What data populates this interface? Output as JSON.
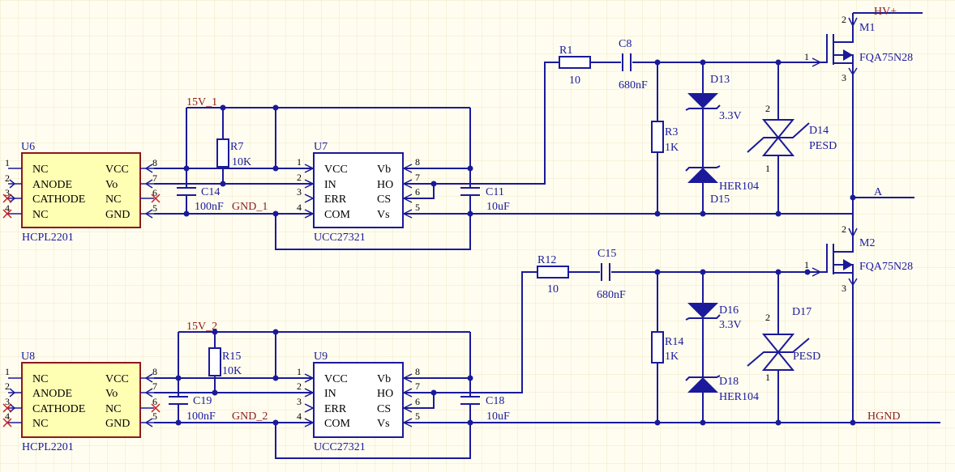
{
  "colors": {
    "background": "#fffdf0",
    "grid": "#ece6c8",
    "wire": "#1a1a9a",
    "net_label": "#8b1a1a",
    "ic_fill": "#ffffb4",
    "no_connect": "#c81e1e"
  },
  "nets": {
    "hv_plus": "HV+",
    "a": "A",
    "hgnd": "HGND",
    "v15_1": "15V_1",
    "gnd_1": "GND_1",
    "v15_2": "15V_2",
    "gnd_2": "GND_2"
  },
  "optocouplers": [
    {
      "ref": "U6",
      "part": "HCPL2201",
      "left_pins": [
        "NC",
        "ANODE",
        "CATHODE",
        "NC"
      ],
      "right_pins": [
        "VCC",
        "Vo",
        "NC",
        "GND"
      ],
      "left_nums": [
        "1",
        "2",
        "3",
        "4"
      ],
      "right_nums": [
        "8",
        "7",
        "6",
        "5"
      ]
    },
    {
      "ref": "U8",
      "part": "HCPL2201",
      "left_pins": [
        "NC",
        "ANODE",
        "CATHODE",
        "NC"
      ],
      "right_pins": [
        "VCC",
        "Vo",
        "NC",
        "GND"
      ],
      "left_nums": [
        "1",
        "2",
        "3",
        "4"
      ],
      "right_nums": [
        "8",
        "7",
        "6",
        "5"
      ]
    }
  ],
  "drivers": [
    {
      "ref": "U7",
      "part": "UCC27321",
      "left_pins": [
        "VCC",
        "IN",
        "ERR",
        "COM"
      ],
      "right_pins": [
        "Vb",
        "HO",
        "CS",
        "Vs"
      ],
      "left_nums": [
        "1",
        "2",
        "3",
        "4"
      ],
      "right_nums": [
        "8",
        "7",
        "6",
        "5"
      ]
    },
    {
      "ref": "U9",
      "part": "UCC27321",
      "left_pins": [
        "VCC",
        "IN",
        "ERR",
        "COM"
      ],
      "right_pins": [
        "Vb",
        "HO",
        "CS",
        "Vs"
      ],
      "left_nums": [
        "1",
        "2",
        "3",
        "4"
      ],
      "right_nums": [
        "8",
        "7",
        "6",
        "5"
      ]
    }
  ],
  "resistors": [
    {
      "ref": "R7",
      "value": "10K"
    },
    {
      "ref": "R1",
      "value": "10"
    },
    {
      "ref": "R3",
      "value": "1K"
    },
    {
      "ref": "R15",
      "value": "10K"
    },
    {
      "ref": "R12",
      "value": "10"
    },
    {
      "ref": "R14",
      "value": "1K"
    }
  ],
  "capacitors": [
    {
      "ref": "C14",
      "value": "100nF"
    },
    {
      "ref": "C11",
      "value": "10uF"
    },
    {
      "ref": "C8",
      "value": "680nF"
    },
    {
      "ref": "C19",
      "value": "100nF"
    },
    {
      "ref": "C18",
      "value": "10uF"
    },
    {
      "ref": "C15",
      "value": "680nF"
    }
  ],
  "diodes": [
    {
      "ref": "D13",
      "value": "3.3V"
    },
    {
      "ref": "D15",
      "value": "HER104"
    },
    {
      "ref": "D14",
      "value": "PESD"
    },
    {
      "ref": "D16",
      "value": "3.3V"
    },
    {
      "ref": "D18",
      "value": "HER104"
    },
    {
      "ref": "D17",
      "value": "PESD"
    }
  ],
  "mosfets": [
    {
      "ref": "M1",
      "part": "FQA75N28",
      "pins": [
        "1",
        "2",
        "3"
      ]
    },
    {
      "ref": "M2",
      "part": "FQA75N28",
      "pins": [
        "1",
        "2",
        "3"
      ]
    }
  ],
  "diode_pin_numbers": {
    "top": "2",
    "bottom": "1"
  }
}
